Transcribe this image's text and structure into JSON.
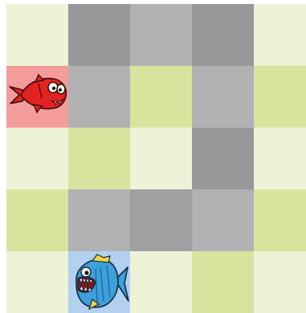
{
  "board": {
    "rows": 5,
    "cols": 5,
    "palette": {
      "pale_green": "#ecf3d6",
      "green": "#d6e49e",
      "light_gray": "#b1b1b4",
      "gray": "#a0a0a3",
      "dark_gray": "#98989b",
      "red_highlight": "#f39c9b",
      "blue_highlight": "#b3d1ef"
    },
    "cells": [
      [
        "pale_green",
        "dark_gray",
        "light_gray",
        "dark_gray",
        "pale_green"
      ],
      [
        "red_highlight",
        "light_gray",
        "green",
        "light_gray",
        "green"
      ],
      [
        "pale_green",
        "green",
        "pale_green",
        "dark_gray",
        "pale_green"
      ],
      [
        "green",
        "light_gray",
        "gray",
        "light_gray",
        "green"
      ],
      [
        "pale_green",
        "blue_highlight",
        "pale_green",
        "green",
        "pale_green"
      ]
    ]
  },
  "pieces": [
    {
      "id": "red-fish",
      "row": 1,
      "col": 0,
      "icon": "red-fish-icon",
      "color": "#e3231f"
    },
    {
      "id": "blue-piranha",
      "row": 4,
      "col": 1,
      "icon": "blue-piranha-icon",
      "color": "#3f9fd9"
    }
  ]
}
